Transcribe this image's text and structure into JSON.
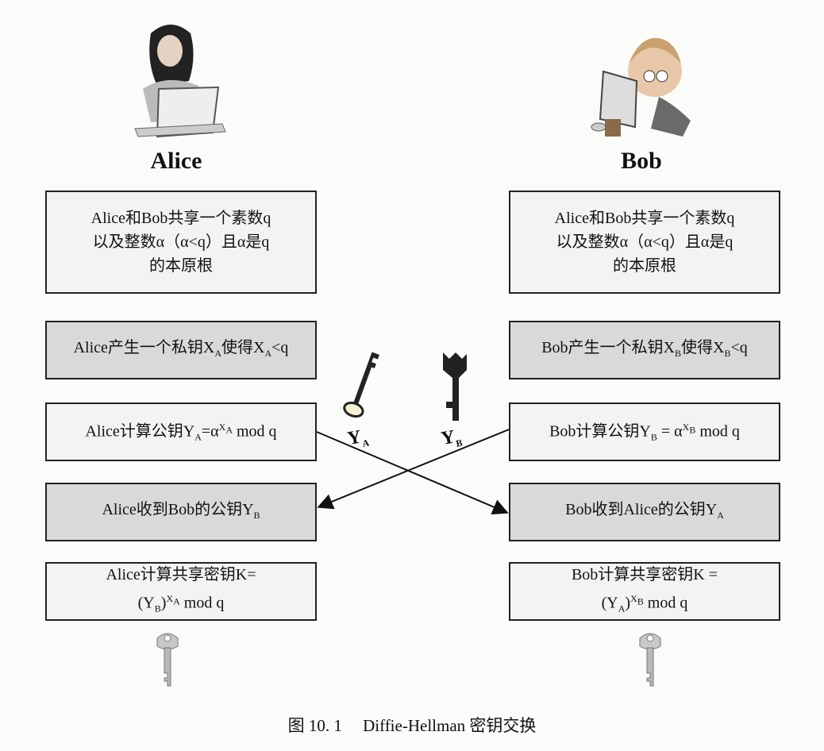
{
  "alice": {
    "name": "Alice",
    "box1": {
      "line1": "Alice和Bob共享一个素数q",
      "line2": "以及整数α（α<q）且α是q",
      "line3": "的本原根"
    },
    "box2": "Alice产生一个私钥X_A使得X_A<q",
    "box3": "Alice计算公钥Y_A=α^{X_A} mod q",
    "box4": "Alice收到Bob的公钥Y_B",
    "box5": {
      "line1": "Alice计算共享密钥K=",
      "line2": "(Y_B)^{X_A} mod q"
    }
  },
  "bob": {
    "name": "Bob",
    "box1": {
      "line1": "Alice和Bob共享一个素数q",
      "line2": "以及整数α（α<q）且α是q",
      "line3": "的本原根"
    },
    "box2": "Bob产生一个私钥X_B使得X_B<q",
    "box3": "Bob计算公钥Y_B = α^{X_B} mod q",
    "box4": "Bob收到Alice的公钥Y_A",
    "box5": {
      "line1": "Bob计算共享密钥K =",
      "line2": "(Y_A)^{X_B} mod q"
    }
  },
  "keys": {
    "left_label": "Y_A",
    "right_label": "Y_B"
  },
  "caption": "图 10. 1　 Diffie-Hellman 密钥交换",
  "icons": [
    "alice-person-icon",
    "bob-person-icon",
    "public-key-icon",
    "shared-key-icon"
  ]
}
